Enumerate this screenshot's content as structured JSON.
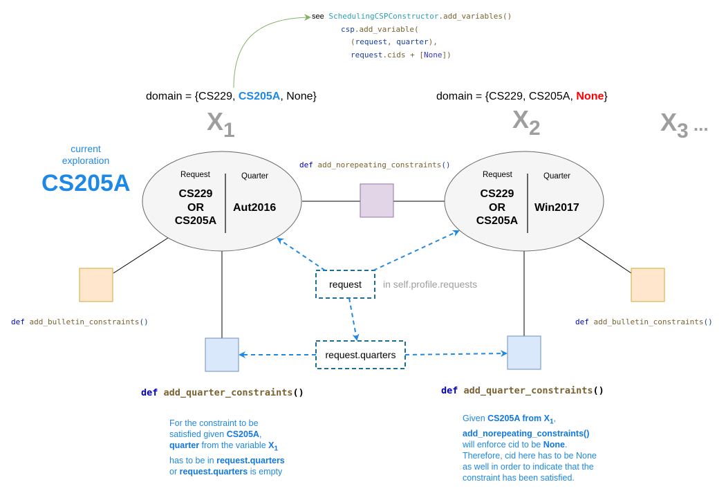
{
  "top_code": {
    "see_label": "see",
    "class_name": "SchedulingCSPConstructor",
    "method": ".add_variables()",
    "line1_obj": "csp",
    "line1_call": ".add_variable(",
    "line2_open": "(",
    "line2_a": "request",
    "line2_sep": ", ",
    "line2_b": "quarter",
    "line2_close": "),",
    "line3_obj": "request",
    "line3_rest": ".cids + [",
    "line3_none": "None",
    "line3_end": "])"
  },
  "variables": [
    {
      "domain_prefix": "domain = {CS229, ",
      "domain_highlight": "CS205A",
      "domain_suffix": ", None}",
      "label": "X",
      "subscript": "1",
      "request_header": "Request",
      "quarter_header": "Quarter",
      "request_values": [
        "CS229",
        "OR",
        "CS205A"
      ],
      "quarter_value": "Aut2016"
    },
    {
      "domain_prefix": "domain = {CS229, CS205A, ",
      "domain_highlight": "None",
      "domain_suffix": "}",
      "label": "X",
      "subscript": "2",
      "request_header": "Request",
      "quarter_header": "Quarter",
      "request_values": [
        "CS229",
        "OR",
        "CS205A"
      ],
      "quarter_value": "Win2017"
    },
    {
      "label": "X",
      "subscript": "3",
      "ellipsis": " ..."
    }
  ],
  "exploration": {
    "caption_line1": "current",
    "caption_line2": "exploration",
    "value": "CS205A"
  },
  "constraints": {
    "norepeating": {
      "def": "def",
      "name": "add_norepeating_constraints",
      "parens": "()"
    },
    "bulletin_left": {
      "def": "def",
      "name": "add_bulletin_constraints",
      "parens": "()"
    },
    "bulletin_right": {
      "def": "def",
      "name": "add_bulletin_constraints",
      "parens": "()"
    },
    "quarter_left": {
      "def": "def",
      "name": "add_quarter_constraints",
      "parens": "()"
    },
    "quarter_right": {
      "def": "def",
      "name": "add_quarter_constraints",
      "parens": "()"
    }
  },
  "flow": {
    "request_box": "request",
    "request_note": "in self.profile.requests",
    "quarters_box": "request.quarters"
  },
  "notes": {
    "left": {
      "l1": "For the constraint to be",
      "l2a": "satisfied given ",
      "l2b": "CS205A",
      "l2c": ",",
      "l3a": "quarter",
      "l3b": " from the variable ",
      "l3c": "X",
      "l3d": "1",
      "l4a": "has to be in ",
      "l4b": "request.quarters",
      "l5a": "or ",
      "l5b": "request.quarters",
      "l5c": " is empty"
    },
    "right": {
      "l1a": "Given ",
      "l1b": "CS205A from X",
      "l1c": "1",
      "l1d": ",",
      "l2": "add_norepeating_constraints()",
      "l3a": "will enforce cid to be ",
      "l3b": "None",
      "l3c": ".",
      "l4": "Therefore, cid here has to be None",
      "l5": "as well in order to indicate that the",
      "l6": "constraint has been satisfied."
    }
  },
  "colors": {
    "highlight_blue": "#1e88e5",
    "none_red": "#ff0000",
    "variable_fill": "#f5f5f5",
    "norepeat_fill": "#e1d5e7",
    "bulletin_fill": "#ffe6cc",
    "quarter_fill": "#dae8fc",
    "dashed_box": "#1a6e95",
    "flow_arrow": "#1e88e5",
    "reference_arrow": "#82b366"
  }
}
